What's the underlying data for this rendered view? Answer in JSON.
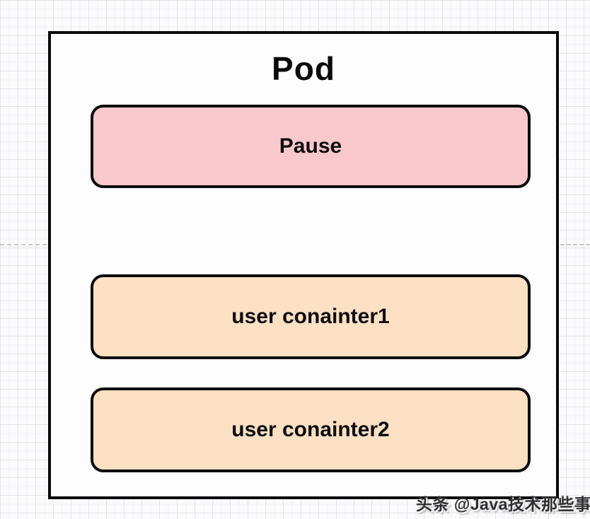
{
  "diagram": {
    "title": "Pod",
    "containers": [
      {
        "id": "pause-container",
        "label": "Pause",
        "fill": "#f9c8cc"
      },
      {
        "id": "user-container-1",
        "label": "user conainter1",
        "fill": "#fce0c4"
      },
      {
        "id": "user-container-2",
        "label": "user conainter2",
        "fill": "#fce0c4"
      }
    ],
    "colors": {
      "border": "#0d0d0d",
      "pod_background": "#fdfdfe",
      "pause_fill": "#f9c8cc",
      "user_fill": "#fce0c4",
      "grid_line": "#e3e3ea"
    },
    "watermark": "头条 @Java技术那些事"
  }
}
